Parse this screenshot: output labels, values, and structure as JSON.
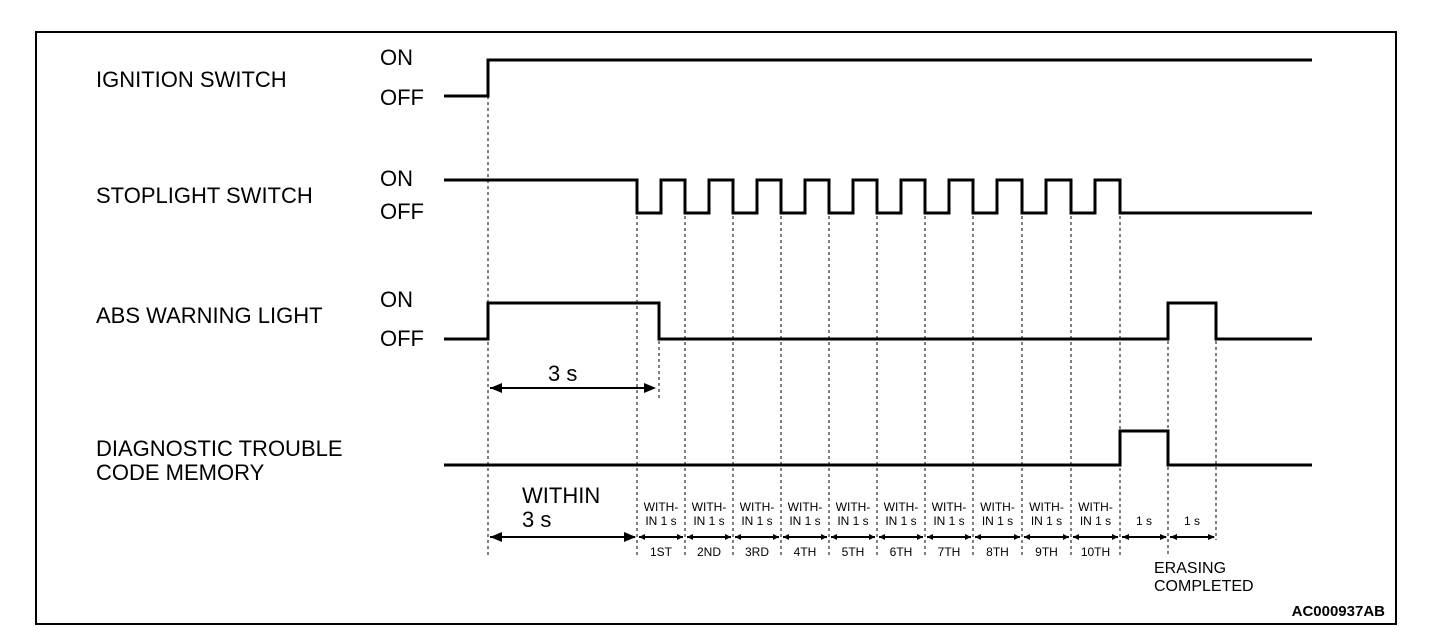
{
  "signals": [
    {
      "label_lines": [
        "IGNITION SWITCH"
      ],
      "state_high": "ON",
      "state_low": "OFF"
    },
    {
      "label_lines": [
        "STOPLIGHT SWITCH"
      ],
      "state_high": "ON",
      "state_low": "OFF"
    },
    {
      "label_lines": [
        "ABS WARNING LIGHT"
      ],
      "state_high": "ON",
      "state_low": "OFF"
    },
    {
      "label_lines": [
        "DIAGNOSTIC TROUBLE",
        "CODE MEMORY"
      ]
    }
  ],
  "annotations": {
    "three_s": "3 s",
    "within_line1": "WITHIN",
    "within_line2": "3 s",
    "within_1s_line1": "WITH-",
    "within_1s_line2": "IN 1 s",
    "one_s": "1 s",
    "erasing_line1": "ERASING",
    "erasing_line2": "COMPLETED"
  },
  "pulse_ordinals": [
    "1ST",
    "2ND",
    "3RD",
    "4TH",
    "5TH",
    "6TH",
    "7TH",
    "8TH",
    "9TH",
    "10TH"
  ],
  "figure_code": "AC000937AB"
}
